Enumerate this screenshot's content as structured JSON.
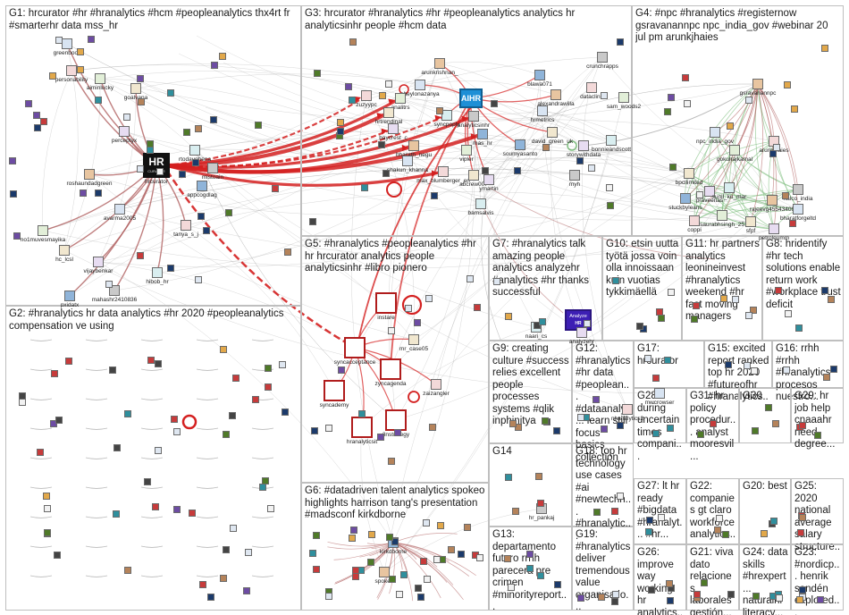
{
  "colors": {
    "edge_red": "#d42020",
    "edge_gray": "#8c8c8c",
    "edge_green": "#7fbf7f",
    "edge_brown": "#b06060",
    "group_border": "#bfbfbf",
    "aihr_blue": "#1e8fd6",
    "analyze_purple": "#3d1fb4"
  },
  "groups": [
    {
      "id": "G1",
      "label": "G1: hrcurator #hr #hranalytics #hcm #peopleanalytics thx4rt fr #smarterhr data mss_hr"
    },
    {
      "id": "G3",
      "label": "G3: hrcurator #hranalytics #hr #peopleanalytics analytics hr analyticsinhr people #hcm data"
    },
    {
      "id": "G4",
      "label": "G4: #npc #hranalytics #registernow gsravanannpc npc_india_gov #webinar 20 jul pm arunkjhaies"
    },
    {
      "id": "G2",
      "label": "G2: #hranalytics hr data analytics #hr 2020 #peopleanalytics compensation ve using"
    },
    {
      "id": "G5",
      "label": "G5: #hranalytics #peopleanalytics #hr hr hrcurator analytics people analyticsinhr #libro pionero"
    },
    {
      "id": "G7",
      "label": "G7: #hranalytics talk amazing people analytics analyzehr #analytics #hr thanks successful"
    },
    {
      "id": "G10",
      "label": "G10: etsin uutta työtä jossa voin olla innoissaan kuin vuotias tykkimäellä"
    },
    {
      "id": "G11",
      "label": "G11: hr partners analytics leonineinvest #hranalytics weekend #hr fast moving managers"
    },
    {
      "id": "G8",
      "label": "G8: hridentify #hr tech solutions enable return work #workplace trust deficit"
    },
    {
      "id": "G9",
      "label": "G9: creating culture #success relies excellent people processes systems #qlik inphinitya"
    },
    {
      "id": "G12",
      "label": "G12: #hranalytics #hr data #peoplean... #dataanalyt... learn still focus basics collection"
    },
    {
      "id": "G17",
      "label": "G17: hrcurator"
    },
    {
      "id": "G15",
      "label": "G15: excited report ranked top hr 2020 #futureofhr #hranalytics..."
    },
    {
      "id": "G16",
      "label": "G16: rrhh #rrhh #hranalytics procesos nuestro..."
    },
    {
      "id": "G28",
      "label": "G28: during uncertain times compani..."
    },
    {
      "id": "G31",
      "label": "G31: hr policy procedur... analyst mooresvil..."
    },
    {
      "id": "G30",
      "label": "G30"
    },
    {
      "id": "G29",
      "label": "G29: hr job help cnaaahr need degree..."
    },
    {
      "id": "G14",
      "label": "G14"
    },
    {
      "id": "G18",
      "label": "G18: top hr technology use cases #ai #newtechn... #hranalytic..."
    },
    {
      "id": "G27",
      "label": "G27: lt hr ready #bigdata #hranalyt... #hr..."
    },
    {
      "id": "G22",
      "label": "G22: companies gt claro workforce analytics..."
    },
    {
      "id": "G20",
      "label": "G20: best"
    },
    {
      "id": "G25",
      "label": "G25: 2020 national average salary structure..."
    },
    {
      "id": "G6",
      "label": "G6: #datadriven talent analytics spokeo highlights harrison tang's presentation #madsconf kirkdborne"
    },
    {
      "id": "G13",
      "label": "G13: departamento futuro rrhh parecerá pre crimen #minorityreport..."
    },
    {
      "id": "G19",
      "label": "G19: #hranalytics deliver tremendous value organisatio..."
    },
    {
      "id": "G26",
      "label": "G26: improve way working hr analytics..."
    },
    {
      "id": "G21",
      "label": "G21: viva dato relaciones laborales gestión..."
    },
    {
      "id": "G24",
      "label": "G24: data skills #hrexpert... naturalhr literacy..."
    },
    {
      "id": "G23",
      "label": "G23: #nordicp... henrik sandén explored..."
    }
  ],
  "hubs": {
    "hrcurator": {
      "label": "hrcurator",
      "logo_line1": "HR",
      "logo_line2": "CURATOR"
    },
    "aihr": {
      "label": "AIHR"
    },
    "analyzehr": {
      "line1": "Analyze",
      "line2": "HR"
    }
  },
  "node_labels": [
    {
      "key": "greenbook",
      "text": "greenbook"
    },
    {
      "key": "personability",
      "text": "personability"
    },
    {
      "key": "aiminlucky",
      "text": "aiminlucky"
    },
    {
      "key": "goalvana",
      "text": "goalvana"
    },
    {
      "key": "perceptyx",
      "text": "perceptyx"
    },
    {
      "key": "rtodayghena",
      "text": "rtodayghena"
    },
    {
      "key": "mistoain",
      "text": "mistoain"
    },
    {
      "key": "appcogdlag",
      "text": "appcogdlag"
    },
    {
      "key": "roshaundadgreen",
      "text": "roshaundadgreen"
    },
    {
      "key": "avarma2005",
      "text": "avarma2005"
    },
    {
      "key": "tanya_s_j",
      "text": "tanya_s_j"
    },
    {
      "key": "no1muvesmayika",
      "text": "no1muvesmayika"
    },
    {
      "key": "hc_lcsl",
      "text": "hc_lcsl"
    },
    {
      "key": "vijaybenkar",
      "text": "vijaybenkar"
    },
    {
      "key": "hibob_hr",
      "text": "hibob_hr"
    },
    {
      "key": "mahashr2410836",
      "text": "mahashr2410836"
    },
    {
      "key": "pxidatx",
      "text": "pxidatx"
    },
    {
      "key": "arunkrishnan",
      "text": "arunkrishnan_"
    },
    {
      "key": "sheylonazanya",
      "text": "sheylonazanya"
    },
    {
      "key": "zuzyypc",
      "text": "zuzyypc"
    },
    {
      "key": "analitrs",
      "text": "analitrs"
    },
    {
      "key": "hrtrendinal",
      "text": "hrtrendinal"
    },
    {
      "key": "baycrest",
      "text": "baycrest_c"
    },
    {
      "key": "syncpoply",
      "text": "syncpoply"
    },
    {
      "key": "analyticsinhr",
      "text": "analyticsinhr"
    },
    {
      "key": "mas_hr",
      "text": "mas_hr"
    },
    {
      "key": "bharath",
      "text": "bharath_negu"
    },
    {
      "key": "shakun",
      "text": "shakun_khanna"
    },
    {
      "key": "max",
      "text": "max_blumberger_en"
    },
    {
      "key": "vipler",
      "text": "vipler"
    },
    {
      "key": "abcrew",
      "text": "abcrew007"
    },
    {
      "key": "ymartin",
      "text": "ymartin"
    },
    {
      "key": "bamsalvis",
      "text": "bamsalvis"
    },
    {
      "key": "crunchrapps",
      "text": "crunchrapps"
    },
    {
      "key": "blawa",
      "text": "blawa071"
    },
    {
      "key": "alexandrawilla",
      "text": "alexandrawilla"
    },
    {
      "key": "hrmetrics",
      "text": "hrmetrics"
    },
    {
      "key": "dataclink",
      "text": "dataclink"
    },
    {
      "key": "sam_woods",
      "text": "sam_woods2"
    },
    {
      "key": "david",
      "text": "david_green_uk"
    },
    {
      "key": "storywithdata",
      "text": "storywithdata"
    },
    {
      "key": "bonnieandscott",
      "text": "bonnieandscott"
    },
    {
      "key": "myh",
      "text": "myh"
    },
    {
      "key": "soumyasanto",
      "text": "soumyasanto"
    },
    {
      "key": "gsravanannpc",
      "text": "gsravanannpc"
    },
    {
      "key": "npc_india_gov",
      "text": "npc_india_gov"
    },
    {
      "key": "arunkjhaies",
      "text": "arunkjhaies"
    },
    {
      "key": "gokulrajkamal",
      "text": "gokulrajkamal"
    },
    {
      "key": "bpcllimited",
      "text": "bpcllimited"
    },
    {
      "key": "praveenas",
      "text": "praveenas"
    },
    {
      "key": "sunil",
      "text": "sunil_ku_mar"
    },
    {
      "key": "nalco",
      "text": "nalco_india"
    },
    {
      "key": "stuckbyleans",
      "text": "stuckbyleans"
    },
    {
      "key": "rajeevg",
      "text": "rajeevg45543409"
    },
    {
      "key": "bharatforgeltd",
      "text": "bharatforgeltd"
    },
    {
      "key": "coppi",
      "text": "coppi"
    },
    {
      "key": "saurabh",
      "text": "saurabhsingh_25"
    },
    {
      "key": "sfpf",
      "text": "sfpf"
    },
    {
      "key": "petroleumm",
      "text": "petroleumm"
    },
    {
      "key": "instare",
      "text": "instare"
    },
    {
      "key": "syncacceptance",
      "text": "syncacceptance"
    },
    {
      "key": "zyncagenda",
      "text": "zyncagenda"
    },
    {
      "key": "syncademy",
      "text": "syncademy"
    },
    {
      "key": "hranalyticsit",
      "text": "hranalyticsit"
    },
    {
      "key": "zaizangler",
      "text": "zaizangler"
    },
    {
      "key": "3nstrategy",
      "text": "3nstrategy"
    },
    {
      "key": "mr_case05",
      "text": "mr_case05"
    },
    {
      "key": "analyzehr_lbl",
      "text": "analyzehr"
    },
    {
      "key": "naari_cs",
      "text": "naari_cs"
    },
    {
      "key": "hr_pankaj",
      "text": "hr_pankaj"
    },
    {
      "key": "kirkdborne",
      "text": "kirkdborne"
    },
    {
      "key": "spokeo",
      "text": "spokeo"
    },
    {
      "key": "mwcrowser",
      "text": "mwcrowser"
    },
    {
      "key": "nhanalytics",
      "text": "nhanalytics2"
    }
  ]
}
